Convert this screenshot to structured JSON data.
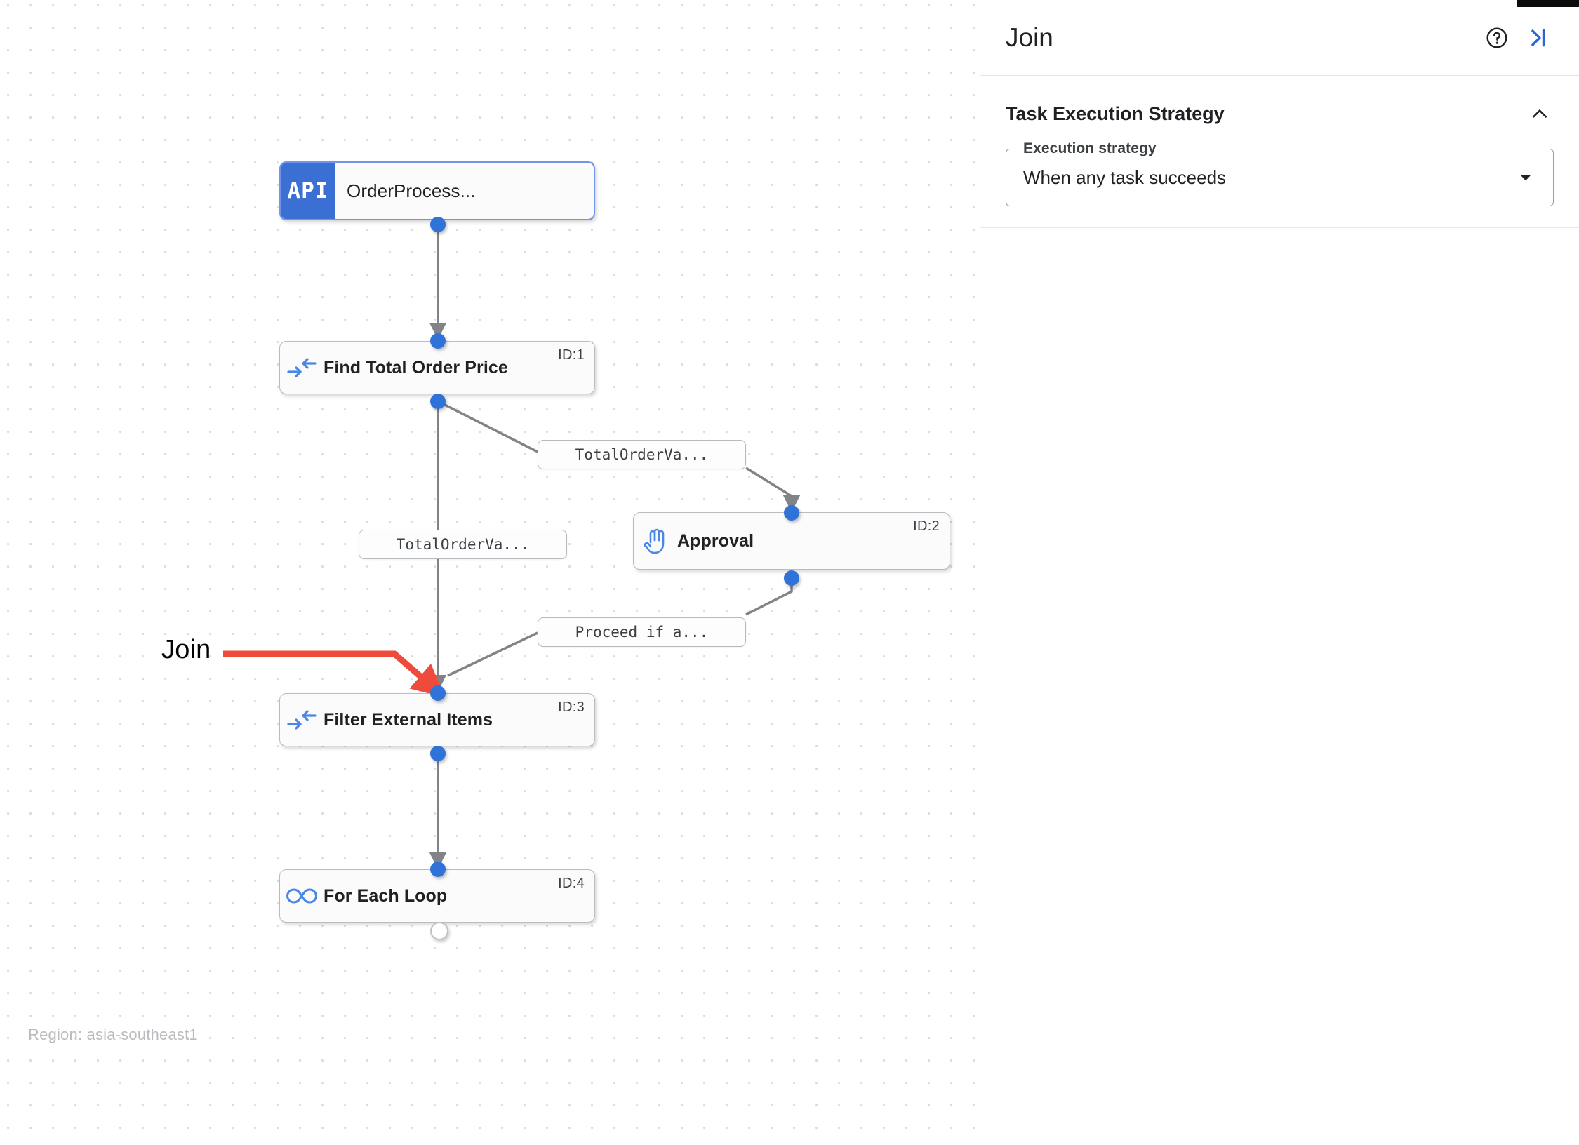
{
  "canvas": {
    "region_note": "Region: asia-southeast1",
    "annotation": {
      "label": "Join",
      "color": "#ef4b3c"
    },
    "nodes": [
      {
        "key": "order_process",
        "badge": "API",
        "title": "OrderProcess...",
        "id_label": "",
        "icon": "api-badge-icon"
      },
      {
        "key": "find_total_order_price",
        "badge": "",
        "title": "Find Total Order Price",
        "id_label": "ID:1",
        "icon": "merge-arrows-icon"
      },
      {
        "key": "approval",
        "badge": "",
        "title": "Approval",
        "id_label": "ID:2",
        "icon": "hand-raised-icon"
      },
      {
        "key": "filter_external_items",
        "badge": "",
        "title": "Filter External Items",
        "id_label": "ID:3",
        "icon": "merge-arrows-icon"
      },
      {
        "key": "for_each_loop",
        "badge": "",
        "title": "For Each Loop",
        "id_label": "ID:4",
        "icon": "infinity-icon"
      }
    ],
    "edge_labels": [
      {
        "key": "edge_label_1",
        "text": "TotalOrderVa..."
      },
      {
        "key": "edge_label_2",
        "text": "TotalOrderVa..."
      },
      {
        "key": "edge_label_3",
        "text": "Proceed if a..."
      }
    ]
  },
  "panel": {
    "title": "Join",
    "help_icon": "help-circle-icon",
    "collapse_icon": "collapse-panel-icon",
    "section": {
      "title": "Task Execution Strategy",
      "collapse_icon": "chevron-up-icon",
      "field": {
        "legend": "Execution strategy",
        "value": "When any task succeeds",
        "caret_icon": "chevron-down-icon"
      }
    }
  },
  "colors": {
    "accent_blue": "#2f72d8",
    "api_badge": "#3b6fd4",
    "annotation_red": "#ef4b3c",
    "edge_gray": "#808388"
  }
}
